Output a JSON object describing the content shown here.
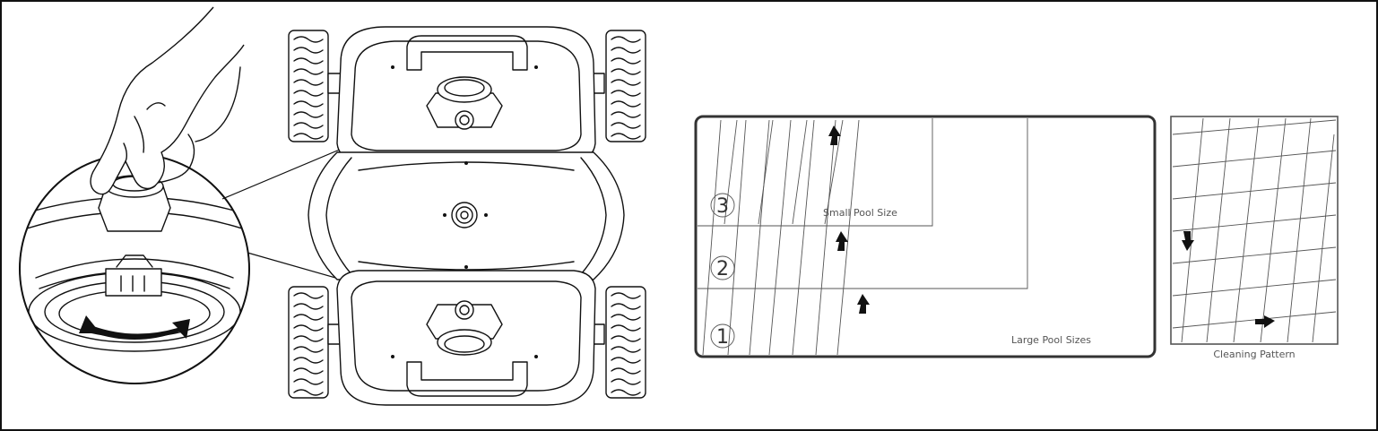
{
  "diagram": {
    "zone_labels": [
      "3",
      "2",
      "1"
    ],
    "small_pool_label": "Small Pool Size",
    "large_pool_label": "Large Pool Sizes",
    "pattern_caption": "Cleaning Pattern"
  }
}
